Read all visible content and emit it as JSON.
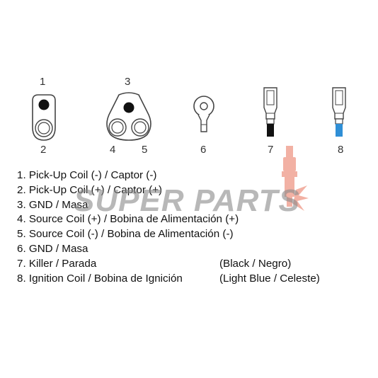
{
  "pins": {
    "pin1": "1",
    "pin2": "2",
    "pin3": "3",
    "pin4": "4",
    "pin5": "5",
    "pin6": "6",
    "pin7": "7",
    "pin8": "8"
  },
  "legend": [
    {
      "label": "1. Pick-Up Coil (-) / Captor (-)",
      "color": ""
    },
    {
      "label": "2. Pick-Up Coil (+) / Captor (+)",
      "color": ""
    },
    {
      "label": "3.  GND / Masa",
      "color": ""
    },
    {
      "label": "4. Source Coil (+) / Bobina de Alimentación (+)",
      "color": ""
    },
    {
      "label": "5. Source Coil (-) / Bobina de Alimentación (-)",
      "color": ""
    },
    {
      "label": "6. GND / Masa",
      "color": ""
    },
    {
      "label": "7. Killer / Parada",
      "color": "(Black / Negro)"
    },
    {
      "label": "8. Ignition Coil / Bobina de Ignición",
      "color": "(Light Blue / Celeste)"
    }
  ],
  "watermark": {
    "text": "SUPER PARTS"
  },
  "colors": {
    "wire_black": "#111111",
    "wire_light_blue": "#2f8fd6",
    "outline": "#444444",
    "watermark_text": "#8a8a8a",
    "watermark_plug": "#e8735a"
  }
}
